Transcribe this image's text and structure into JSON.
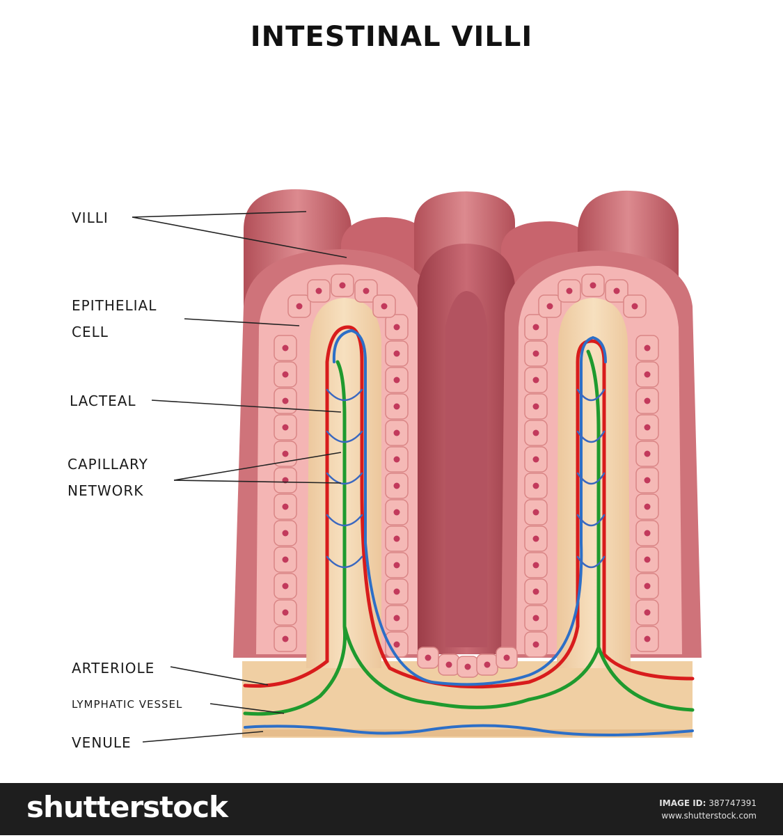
{
  "title": "INTESTINAL VILLI",
  "labels": {
    "villi": "VILLI",
    "epithelial_1": "EPITHELIAL",
    "epithelial_2": "CELL",
    "lacteal": "LACTEAL",
    "capillary_1": "CAPILLARY",
    "capillary_2": "NETWORK",
    "arteriole": "ARTERIOLE",
    "lymphatic": "LYMPHATIC VESSEL",
    "venule": "VENULE"
  },
  "footer": {
    "brand": "shutterstock",
    "image_id_label": "IMAGE ID:",
    "image_id": "387747391",
    "site": "www.shutterstock.com"
  },
  "colors": {
    "tissue": "#c9686f",
    "tissue_dark": "#a84a53",
    "cell": "#f0a8a8",
    "nucleus": "#c23a5c",
    "core": "#f2d6b0",
    "artery": "#d81c1c",
    "lymph": "#1f9a2e",
    "vein": "#2d6fc7"
  }
}
